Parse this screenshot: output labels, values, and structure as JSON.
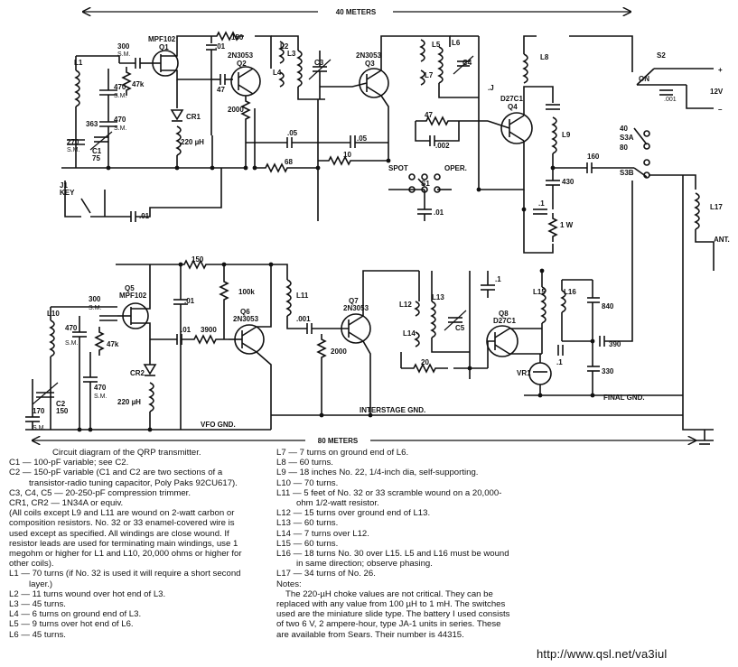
{
  "diagram": {
    "header_label": "40 METERS",
    "footer_label": "80 METERS",
    "ground_labels": {
      "vfo": "VFO GND.",
      "interstage": "INTERSTAGE GND.",
      "final": "FINAL GND."
    },
    "supply": {
      "voltage": "12V",
      "plus": "+",
      "minus": "–",
      "switch": "S2",
      "on": "ON"
    },
    "switch_labels": {
      "s3a": "S3A",
      "s3b": "S3B",
      "s1": "S1",
      "spot": "SPOT",
      "oper": "OPER.",
      "pos40": "40",
      "pos80": "80"
    },
    "transistors": [
      {
        "ref": "Q1",
        "type": "MPF102"
      },
      {
        "ref": "Q2",
        "type": "2N3053"
      },
      {
        "ref": "Q3",
        "type": "2N3053"
      },
      {
        "ref": "Q4",
        "type": "D27C1"
      },
      {
        "ref": "Q5",
        "type": "MPF102"
      },
      {
        "ref": "Q6",
        "type": "2N3053"
      },
      {
        "ref": "Q7",
        "type": "2N3053"
      },
      {
        "ref": "Q8",
        "type": "D27C1"
      }
    ],
    "parts_top": {
      "c300": "300",
      "sm": "S.M.",
      "r47k": "47k",
      "c470a": "470",
      "c470b": "470",
      "c363": "363",
      "c270": "270",
      "c1": "C1",
      "c1v": "75",
      "l1": "L1",
      "cr1": "CR1",
      "choke": "220 µH",
      "r150": "150",
      "c01a": ".01",
      "c47": "47",
      "r2000": "2000",
      "l2": "L2",
      "l3": "L3",
      "l4": "L4",
      "c3": "C3",
      "c05": ".05",
      "c05b": ".05",
      "r68": "68",
      "r10": "10",
      "l5": "L5",
      "l6": "L6",
      "l7": "L7",
      "c4": "C4",
      "r47": "47",
      "c002": ".002",
      "c001": ".001",
      "cj": ".J",
      "l8": "L8",
      "l9": "L9",
      "c160": "160",
      "c430": "430",
      "r1w": "1 W",
      "c01b": ".01",
      "c01c": ".01",
      "j1": "J1",
      "key": "KEY",
      "l17": "L17",
      "ant": "ANT.",
      "c1b": ".1",
      "c1c": ".1"
    },
    "parts_bottom": {
      "r150": "150",
      "c300": "300",
      "sm": "S.M.",
      "l10": "L10",
      "r47k": "47k",
      "c470a": "470",
      "c470b": "470",
      "c2": "C2",
      "c2v": "150",
      "c170": "170",
      "cr2": "CR2",
      "choke": "220 µH",
      "c01": ".01",
      "c01b": ".01",
      "r3900": "3900",
      "r100k": "100k",
      "l11": "L11",
      "c001": ".001",
      "r2000": "2000",
      "l12": "L12",
      "l13": "L13",
      "l14": "L14",
      "c5": "C5",
      "r20": "20",
      "l15": "L15",
      "l16": "L16",
      "c840": "840",
      "c390": "390",
      "c330": "330",
      "vr1": "VR1",
      "c1": ".1",
      "c1b": ".1"
    }
  },
  "notes_col1": {
    "caption": "Circuit diagram of the QRP transmitter.",
    "lines": [
      "C1 — 100-pF variable; see C2.",
      "C2 — 150-pF variable (C1 and C2 are two sections of a transistor-radio tuning capacitor, Poly Paks 92CU617).",
      "C3, C4, C5 — 20-250-pF compression trimmer.",
      "CR1, CR2 — 1N34A or equiv.",
      "(All coils except L9 and L11 are wound on 2-watt carbon or composition resistors. No. 32 or 33 enamel-covered wire is used except as specified. All windings are close wound. If resistor leads are used for terminating main windings, use 1 megohm or higher for L1 and L10, 20,000 ohms or higher for other coils).",
      "L1 — 70 turns (if No. 32 is used it will require a short second layer.)",
      "L2 — 11 turns wound over hot end of L3.",
      "L3 — 45 turns.",
      "L4 — 6 turns on ground end of L3.",
      "L5 — 9 turns over hot end of L6.",
      "L6 — 45 turns."
    ]
  },
  "notes_col2": {
    "lines": [
      "L7 — 7 turns on ground end of L6.",
      "L8 — 60 turns.",
      "L9 — 18 inches No. 22, 1/4-inch dia, self-supporting.",
      "L10 — 70 turns.",
      "L11 — 5 feet of No. 32 or 33 scramble wound on a 20,000-ohm 1/2-watt resistor.",
      "L12 — 15 turns over ground end of L13.",
      "L13 — 60 turns.",
      "L14 — 7 turns over L12.",
      "L15 — 60 turns.",
      "L16 — 18 turns No. 30 over L15. L5 and L16 must be wound in same direction; observe phasing.",
      "L17 — 34 turns of No. 26."
    ],
    "notes_title": "Notes:",
    "notes_body": "The 220-µH choke values are not critical. They can be replaced with any value from 100 µH to 1 mH. The switches used are the miniature slide type. The battery I used consists of two 6 V, 2 ampere-hour, type JA-1 units in series. These are available from Sears. Their number is 44315."
  },
  "watermark": "http://www.qsl.net/va3iul"
}
